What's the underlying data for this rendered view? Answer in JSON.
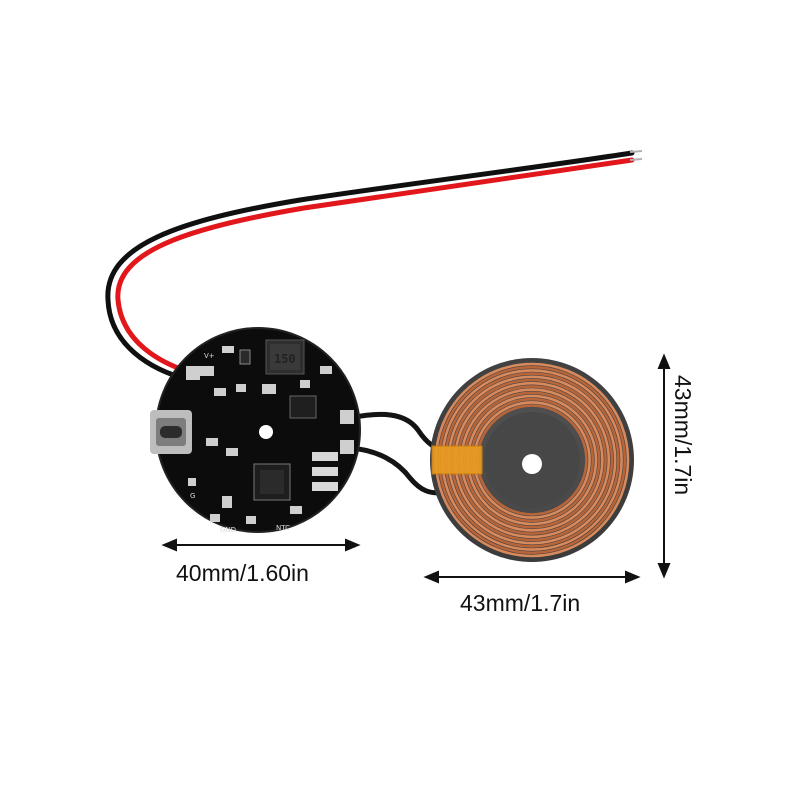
{
  "dimensions": {
    "pcb_width": "40mm/1.60in",
    "coil_width": "43mm/1.7in",
    "coil_height": "43mm/1.7in"
  },
  "pcb_markings": {
    "vplus": "V+",
    "gnd": "GND",
    "g": "G",
    "ntc": "NTC",
    "inductor": "150"
  },
  "colors": {
    "pcb": "#0c0c0c",
    "copper": "#c8784a",
    "wire_red": "#e1171c",
    "wire_black": "#101010",
    "ferrite": "#4a4a4a",
    "tape": "#e89a22"
  }
}
